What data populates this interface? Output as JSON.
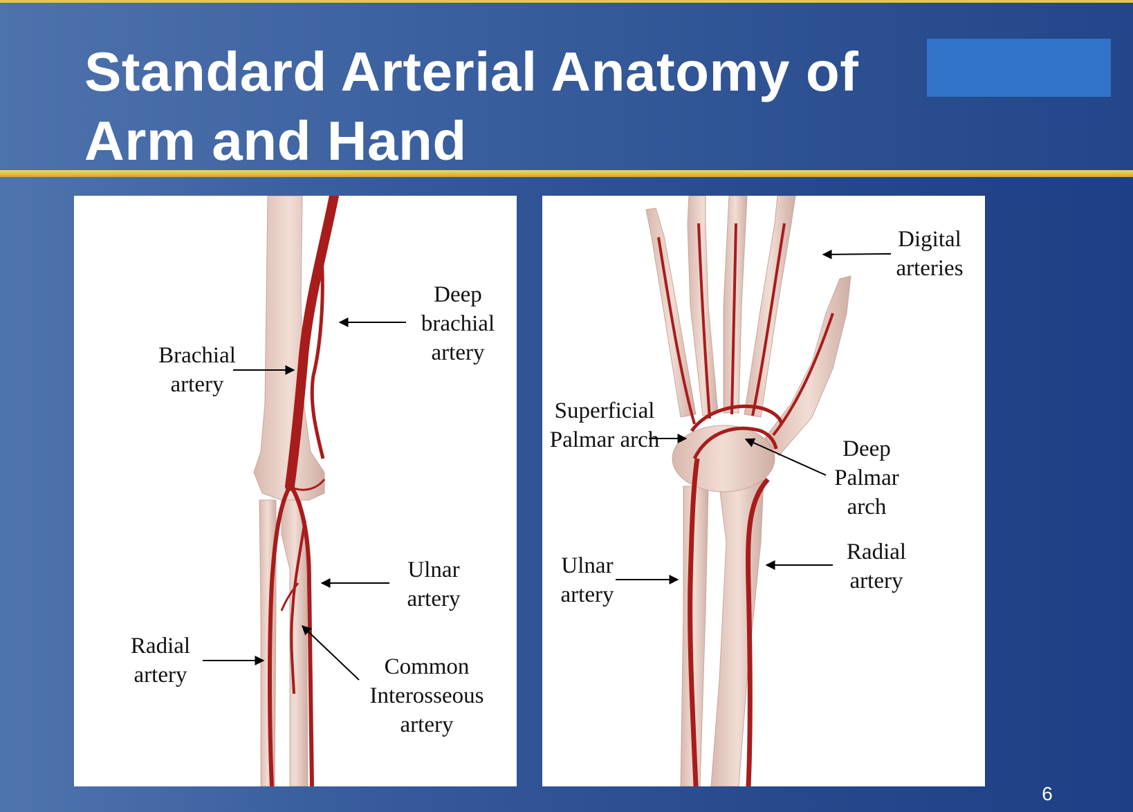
{
  "slide": {
    "title": "Standard Arterial Anatomy of Arm and Hand",
    "page_number": "6"
  },
  "left_panel": {
    "labels": {
      "brachial_artery": "Brachial artery",
      "deep_brachial_artery": "Deep brachial artery",
      "ulnar_artery": "Ulnar artery",
      "radial_artery": "Radial artery",
      "common_interosseous_artery": "Common Interosseous artery"
    }
  },
  "right_panel": {
    "labels": {
      "digital_arteries": "Digital arteries",
      "superficial_palmar_arch": "Superficial Palmar arch",
      "deep_palmar_arch": "Deep Palmar arch",
      "ulnar_artery": "Ulnar artery",
      "radial_artery": "Radial artery"
    }
  },
  "colors": {
    "background": "#2a4d8f",
    "accent_gold": "#e5c050",
    "header_box": "#3173c8",
    "artery": "#a81c1c",
    "bone": "#e9cfc4"
  }
}
